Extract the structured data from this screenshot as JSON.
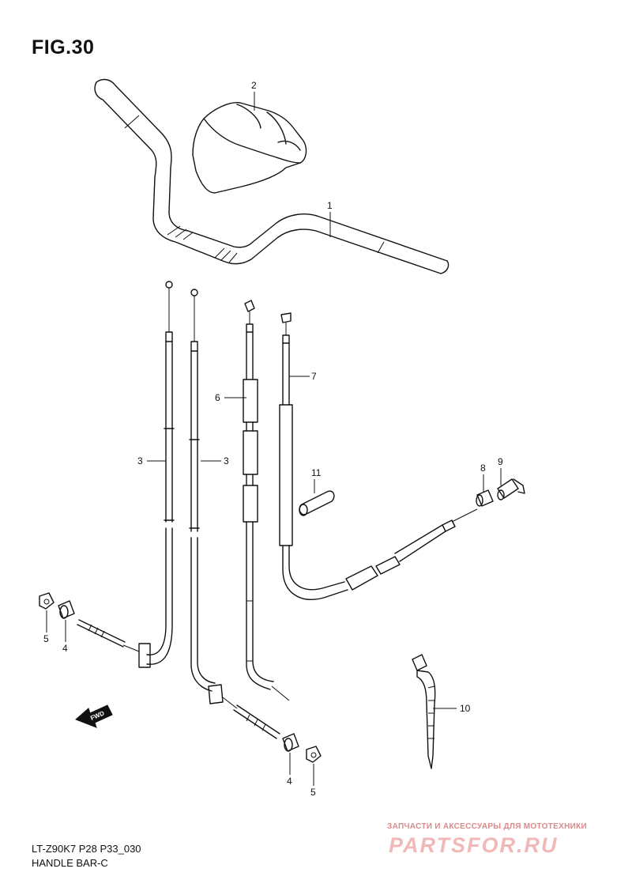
{
  "figure": {
    "title": "FIG.30",
    "model_code": "LT-Z90K7 P28 P33_030",
    "section_name": "HANDLE BAR-C"
  },
  "watermark": {
    "tagline": "ЗАПЧАСТИ И АКСЕССУАРЫ ДЛЯ МОТОТЕХНИКИ",
    "logo_text": "PARTSFOR.RU",
    "color": "#f1b8b8"
  },
  "direction_marker": {
    "label": "FWD",
    "icon": "forward-arrow-icon"
  },
  "callouts": {
    "handlebar": "1",
    "handlebar_cover": "2",
    "throttle_cable_left": "3",
    "throttle_cable_right": "3",
    "adjuster_left": "4",
    "adjuster_right": "4",
    "nut_left": "5",
    "nut_right": "5",
    "cable_6": "6",
    "cable_7": "7",
    "part_8": "8",
    "part_9": "9",
    "cable_clamp": "10",
    "cable_guide": "11"
  }
}
